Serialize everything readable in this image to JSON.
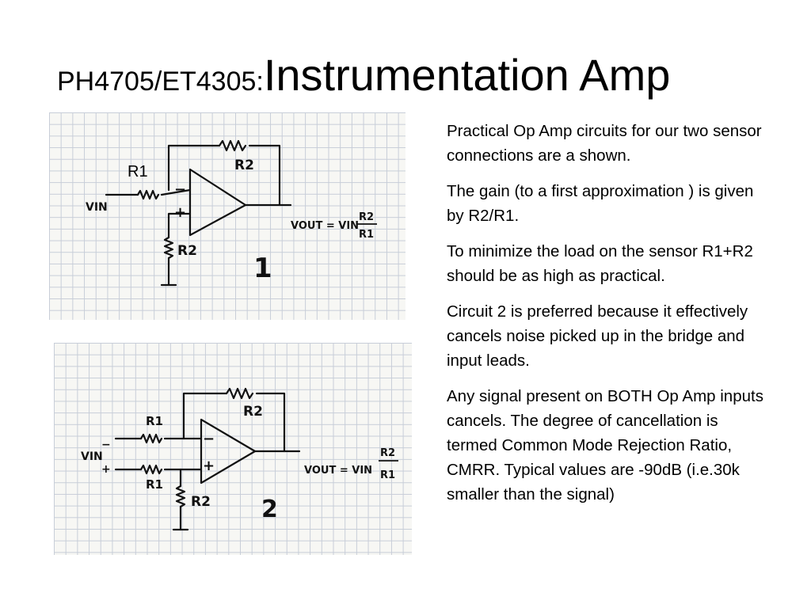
{
  "slide": {
    "title_prefix": "PH4705/ET4305:",
    "title_main": "Instrumentation Amp",
    "paragraphs": [
      "Practical Op Amp circuits for our two sensor connections are a shown.",
      "The gain (to a first approximation ) is given by R2/R1.",
      "To minimize the load on the sensor R1+R2 should be as high as practical.",
      "Circuit 2 is preferred because it effectively cancels noise picked up in the bridge and input leads.",
      "Any signal present on BOTH Op Amp inputs cancels. The degree of cancellation is termed Common Mode Rejection Ratio, CMRR. Typical values are -90dB (i.e.30k smaller than the signal)"
    ]
  },
  "circuit1": {
    "typed_label_r1": "R1",
    "label_r2_feedback": "R2",
    "label_r2_ground": "R2",
    "label_vin": "VIN",
    "label_minus": "−",
    "label_plus": "+",
    "label_vout": "VOUT = VIN",
    "label_frac_num": "R2",
    "label_frac_den": "R1",
    "number": "1"
  },
  "circuit2": {
    "label_r1_top": "R1",
    "label_r1_bottom": "R1",
    "label_r2_feedback": "R2",
    "label_r2_ground": "R2",
    "label_vin": "VIN",
    "label_in_minus": "−",
    "label_in_plus": "+",
    "label_minus": "−",
    "label_plus": "+",
    "label_vout": "VOUT = VIN",
    "label_frac_num": "R2",
    "label_frac_den": "R1",
    "number": "2"
  },
  "colors": {
    "ink": "#111111",
    "grid": "#c7cdd8",
    "paper": "#f7f7f4"
  }
}
